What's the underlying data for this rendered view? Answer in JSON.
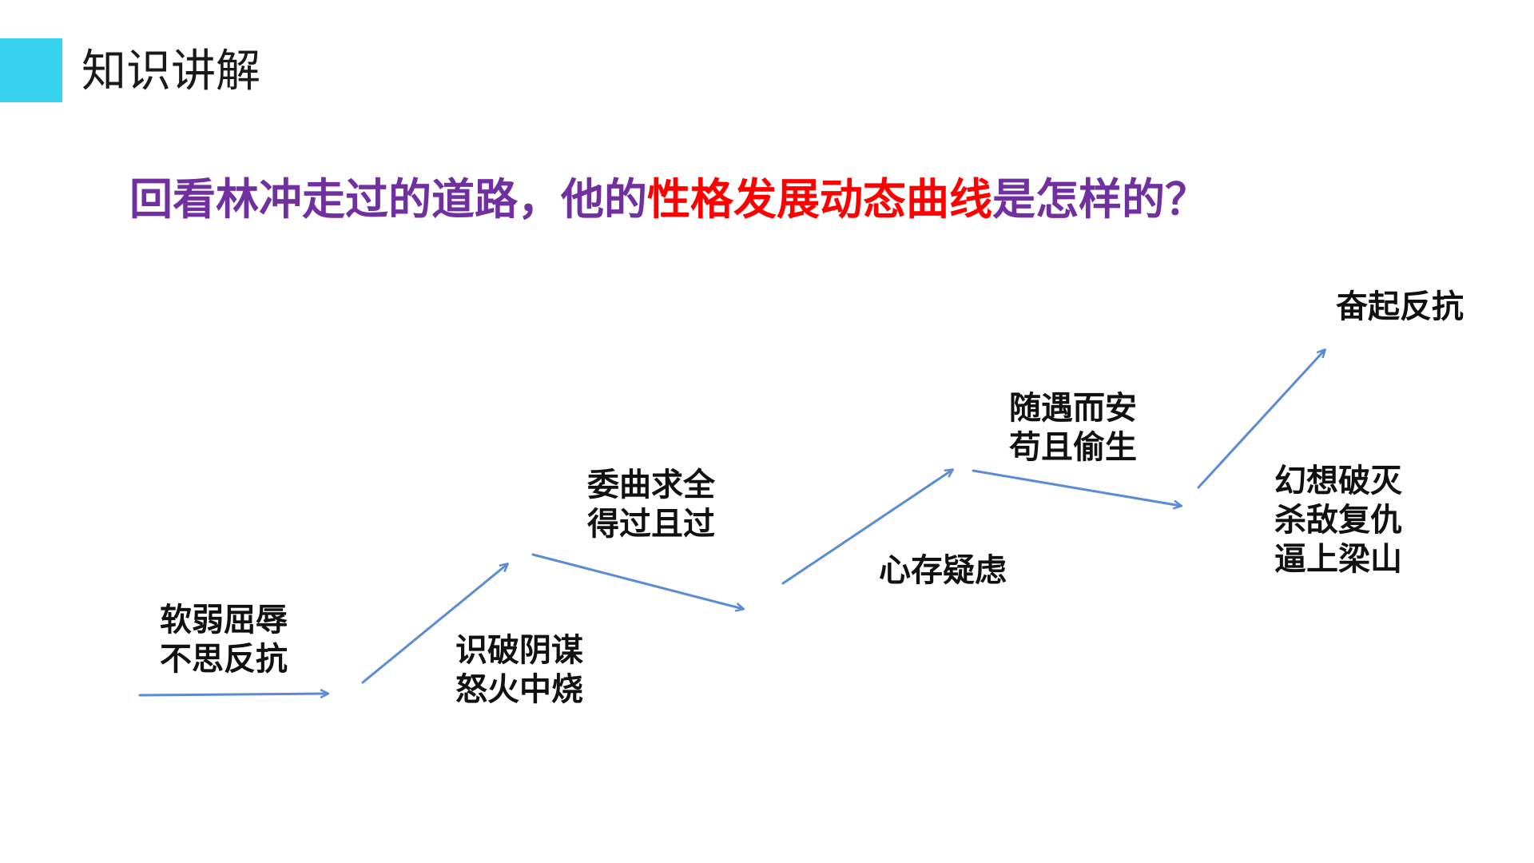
{
  "colors": {
    "accent": "#36D2EE",
    "question_purple": "#7030A0",
    "question_red": "#FF0000",
    "arrow": "#5B8BD6"
  },
  "header": {
    "title": "知识讲解"
  },
  "question": {
    "before": "回看林冲走过的道路，他的",
    "highlight": "性格发展动态曲线",
    "after": "是怎样的？"
  },
  "stages": [
    {
      "lines": [
        "软弱屈辱",
        "不思反抗"
      ]
    },
    {
      "lines": [
        "识破阴谋",
        "怒火中烧"
      ]
    },
    {
      "lines": [
        "委曲求全",
        "得过且过"
      ]
    },
    {
      "lines": [
        "心存疑虑"
      ]
    },
    {
      "lines": [
        "随遇而安",
        "苟且偷生"
      ]
    },
    {
      "lines": [
        "幻想破灭",
        "杀敌复仇",
        "逼上梁山"
      ]
    },
    {
      "lines": [
        "奋起反抗"
      ]
    }
  ],
  "icons": {
    "arrow_head": "arrowhead-icon"
  }
}
